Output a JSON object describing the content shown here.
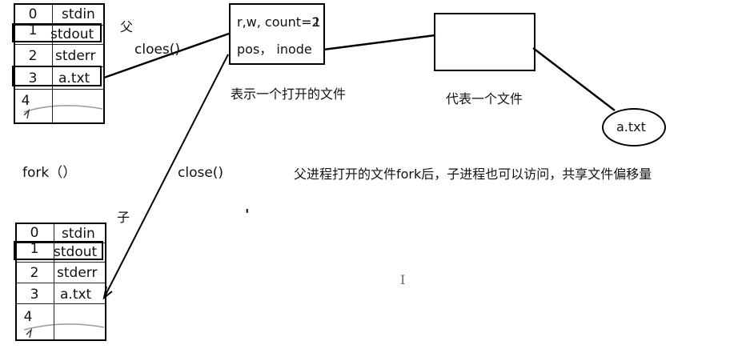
{
  "parent_table": {
    "rows": [
      {
        "fd": "0",
        "name": "stdin"
      },
      {
        "fd": "1",
        "name": "stdout"
      },
      {
        "fd": "2",
        "name": "stderr"
      },
      {
        "fd": "3",
        "name": "a.txt"
      },
      {
        "fd": "4",
        "name": ""
      }
    ]
  },
  "child_table": {
    "rows": [
      {
        "fd": "0",
        "name": "stdin"
      },
      {
        "fd": "1",
        "name": "stdout"
      },
      {
        "fd": "2",
        "name": "stderr"
      },
      {
        "fd": "3",
        "name": "a.txt"
      },
      {
        "fd": "4",
        "name": ""
      }
    ]
  },
  "labels": {
    "parent": "父",
    "child": "子",
    "cloes_call": "cloes()",
    "close_call": "close()",
    "fork_call": "fork（）",
    "open_file_caption": "表示一个打开的文件",
    "file_caption": "代表一个文件",
    "explanation": "父进程打开的文件fork后，子进程也可以访问，共享文件偏移量"
  },
  "open_file": {
    "line1": "r,w, count=",
    "count_overlay": "1",
    "count_value": "2",
    "line2": "pos， inode"
  },
  "disk_file": {
    "name": "a.txt"
  },
  "misc": {
    "cursor_glyph": "I",
    "stray_mark": "'"
  }
}
